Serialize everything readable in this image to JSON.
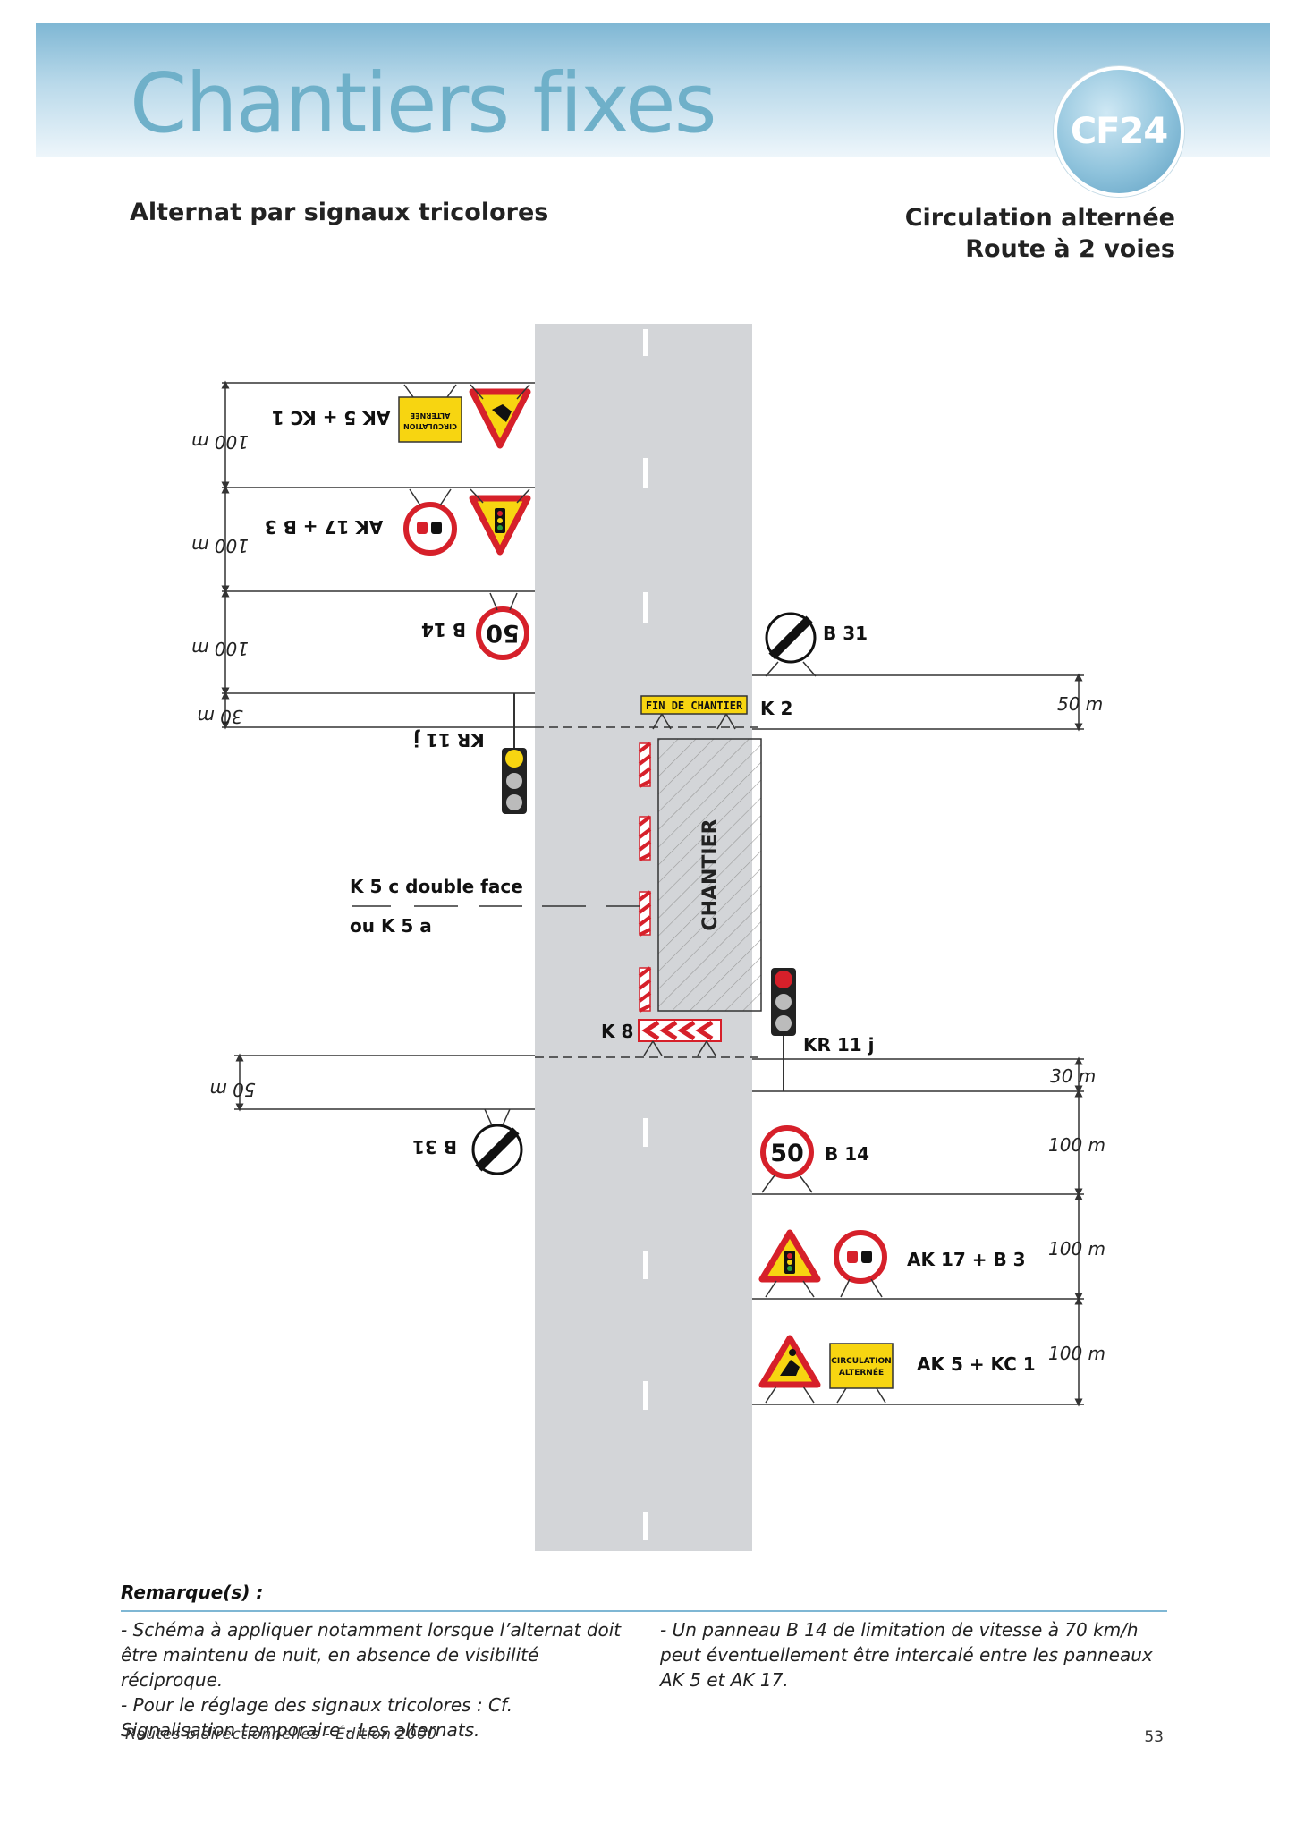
{
  "header": {
    "title": "Chantiers fixes",
    "badge": "CF24",
    "subtitle": "Alternat par signaux tricolores",
    "right_line1": "Circulation alternée",
    "right_line2": "Route à 2 voies"
  },
  "diagram": {
    "labels_top_inverted": {
      "ak5_kc1": "AK 5 + KC 1",
      "ak17_b3": "AK 17 + B 3",
      "b14": "B 14",
      "kr11j": "KR 11 j",
      "b31": "B 31"
    },
    "labels": {
      "b31": "B 31",
      "k2": "K 2",
      "k5c": "K 5 c double face",
      "k5a": "ou K 5 a",
      "k8": "K 8",
      "kr11j": "KR 11 j",
      "b14": "B 14",
      "ak17_b3": "AK 17 + B 3",
      "ak5_kc1": "AK 5 + KC 1",
      "chantier": "CHANTIER",
      "fin_chantier": "FIN DE CHANTIER",
      "circulation_alternee_1": "CIRCULATION",
      "circulation_alternee_2": "ALTERNÉE",
      "speed": "50"
    },
    "distances_left": [
      "100 m",
      "100 m",
      "100 m",
      "30 m",
      "50 m"
    ],
    "distances_right": [
      "50 m",
      "30 m",
      "100 m",
      "100 m",
      "100 m"
    ],
    "colors": {
      "road": "#d3d5d8",
      "sign_red": "#d6202a",
      "sign_yellow": "#f7d511",
      "dim_line": "#333333"
    }
  },
  "remarks": {
    "title": "Remarque(s) :",
    "left_1": "- Schéma à appliquer notamment lorsque l’alternat doit être maintenu de nuit, en absence de visibilité réciproque.",
    "left_2": "- Pour le réglage des signaux tricolores : Cf. Signalisation temporaire - Les alternats.",
    "right_1": "- Un panneau B 14 de limitation de vitesse à 70 km/h peut éventuellement être intercalé entre les panneaux AK 5 et AK 17."
  },
  "footer": {
    "source": "Routes bidirectionnelles - Édition 2000",
    "page": "53"
  }
}
